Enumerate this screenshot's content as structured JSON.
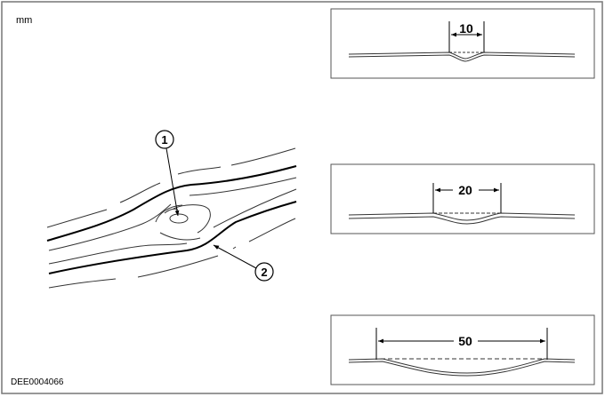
{
  "unit_label": "mm",
  "figure_id": "DEE0004066",
  "callouts": [
    "1",
    "2"
  ],
  "details": [
    {
      "dimension": "10"
    },
    {
      "dimension": "20"
    },
    {
      "dimension": "50"
    }
  ]
}
